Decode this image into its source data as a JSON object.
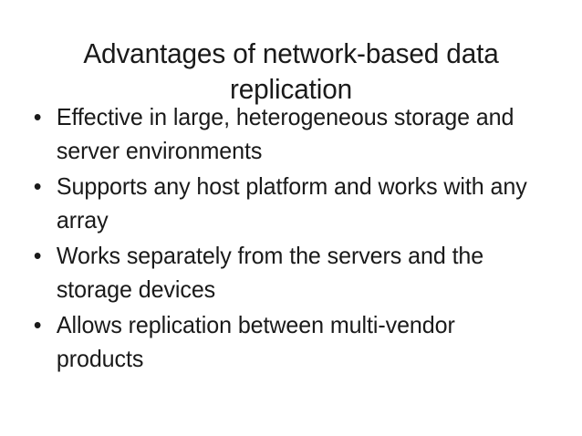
{
  "slide": {
    "title": "Advantages of network-based data replication",
    "background_color": "#ffffff",
    "text_color": "#1a1a1a",
    "bullet_glyph": "•",
    "bullets": [
      {
        "text": "Effective in large, heterogeneous storage and server environments"
      },
      {
        "text": "Supports any host platform and works with any array"
      },
      {
        "text": "Works separately from the servers and the storage devices"
      },
      {
        "text": "Allows replication between multi-vendor products"
      }
    ]
  }
}
